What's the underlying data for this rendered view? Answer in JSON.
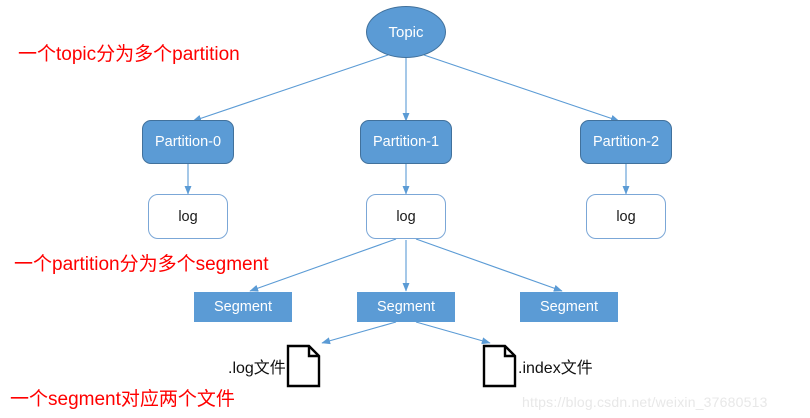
{
  "diagram": {
    "title_node": {
      "label": "Topic"
    },
    "partitions": [
      {
        "label": "Partition-0"
      },
      {
        "label": "Partition-1"
      },
      {
        "label": "Partition-2"
      }
    ],
    "logs": [
      {
        "label": "log"
      },
      {
        "label": "log"
      },
      {
        "label": "log"
      }
    ],
    "segments": [
      {
        "label": "Segment"
      },
      {
        "label": "Segment"
      },
      {
        "label": "Segment"
      }
    ],
    "files": [
      {
        "label": ".log文件",
        "icon": "file-icon"
      },
      {
        "label": ".index文件",
        "icon": "file-icon"
      }
    ],
    "annotations": [
      {
        "text": "一个topic分为多个partition"
      },
      {
        "text": "一个partition分为多个segment"
      },
      {
        "text": "一个segment对应两个文件"
      }
    ],
    "watermark": "https://blog.csdn.net/weixin_37680513",
    "colors": {
      "node_fill": "#5B9BD5",
      "node_stroke": "#41719C",
      "edge": "#5B9BD5",
      "annotation": "#FF0000",
      "log_border": "#7BA7D7",
      "watermark": "#e8e8e8"
    }
  }
}
